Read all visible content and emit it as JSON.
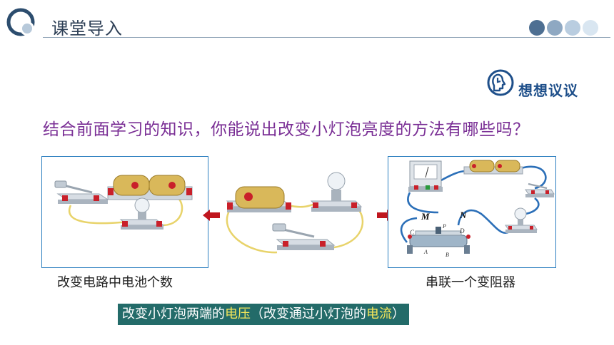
{
  "header": {
    "title": "课堂导入"
  },
  "badge": {
    "label": "想想议议",
    "icon": "thinking-head-icon"
  },
  "question": "结合前面学习的知识，你能说出改变小灯泡亮度的方法有哪些吗？",
  "panels": {
    "left_caption": "改变电路中电池个数",
    "right_caption": "串联一个变阻器",
    "rheostat_labels": {
      "m": "M",
      "n": "N",
      "c": "C",
      "d": "D",
      "p": "P",
      "a": "A",
      "b": "B"
    }
  },
  "conclusion": {
    "part1": "改变小灯泡两端的",
    "hl1": "电压",
    "part2": "（改变通过小灯泡的",
    "hl2": "电流",
    "part3": "）"
  },
  "colors": {
    "accent": "#1e4f8a",
    "question": "#7a2f95",
    "panel_border": "#2d7fc0",
    "conclusion_bg": "#236b69",
    "highlight": "#f4e65a",
    "arrow": "#c0161e",
    "wire_left": "#e8d36a",
    "wire_right": "#2b6fb8"
  }
}
